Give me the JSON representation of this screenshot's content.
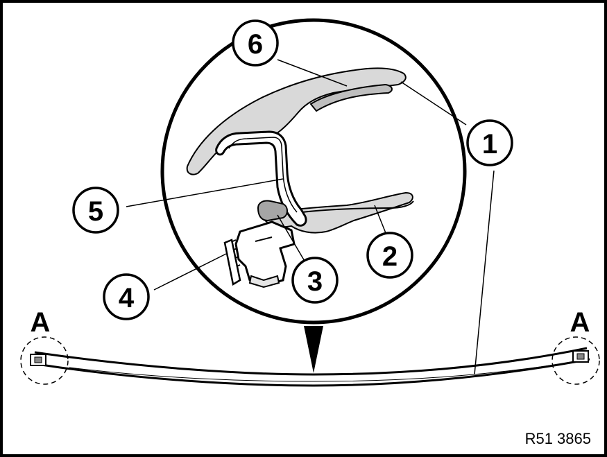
{
  "figure": {
    "reference_code": "R51 3865",
    "view_marker_left": "A",
    "view_marker_right": "A",
    "callouts": {
      "c1": "1",
      "c2": "2",
      "c3": "3",
      "c4": "4",
      "c5": "5",
      "c6": "6"
    }
  }
}
